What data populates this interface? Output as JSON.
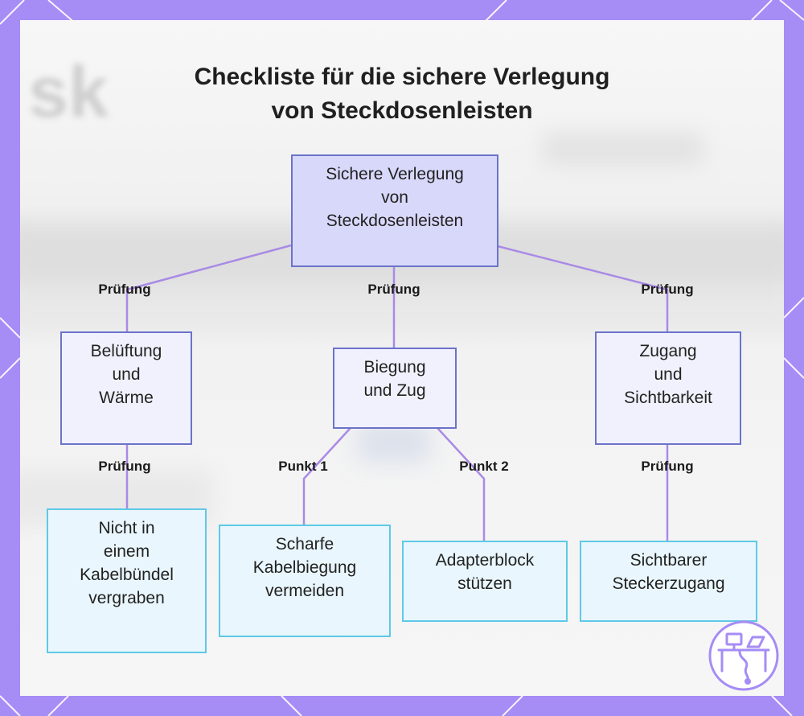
{
  "title": {
    "line1": "Checkliste für die sichere Verlegung",
    "line2": "von Steckdosenleisten"
  },
  "root": {
    "lines": [
      "Sichere Verlegung",
      "von",
      "Steckdosenleisten"
    ]
  },
  "branches": {
    "left": {
      "edge_label": "Prüfung",
      "lines": [
        "Belüftung",
        "und",
        "Wärme"
      ],
      "child_edge_label": "Prüfung",
      "child": {
        "lines": [
          "Nicht in",
          "einem",
          "Kabelbündel",
          "vergraben"
        ]
      }
    },
    "center": {
      "edge_label": "Prüfung",
      "lines": [
        "Biegung",
        "und Zug"
      ],
      "child1_edge_label": "Punkt 1",
      "child1": {
        "lines": [
          "Scharfe",
          "Kabelbiegung",
          "vermeiden"
        ]
      },
      "child2_edge_label": "Punkt 2",
      "child2": {
        "lines": [
          "Adapterblock",
          "stützen"
        ]
      }
    },
    "right": {
      "edge_label": "Prüfung",
      "lines": [
        "Zugang",
        "und",
        "Sichtbarkeit"
      ],
      "child_edge_label": "Prüfung",
      "child": {
        "lines": [
          "Sichtbarer",
          "Steckerzugang"
        ]
      }
    }
  },
  "colors": {
    "frame": "#a68cf5",
    "edge": "#a98ae6",
    "root_fill": "#d8d8fb",
    "node_border": "#6b73c9",
    "leaf_border": "#5ec9e6"
  },
  "icons": {
    "logo": "desk-computer-logo-icon"
  }
}
